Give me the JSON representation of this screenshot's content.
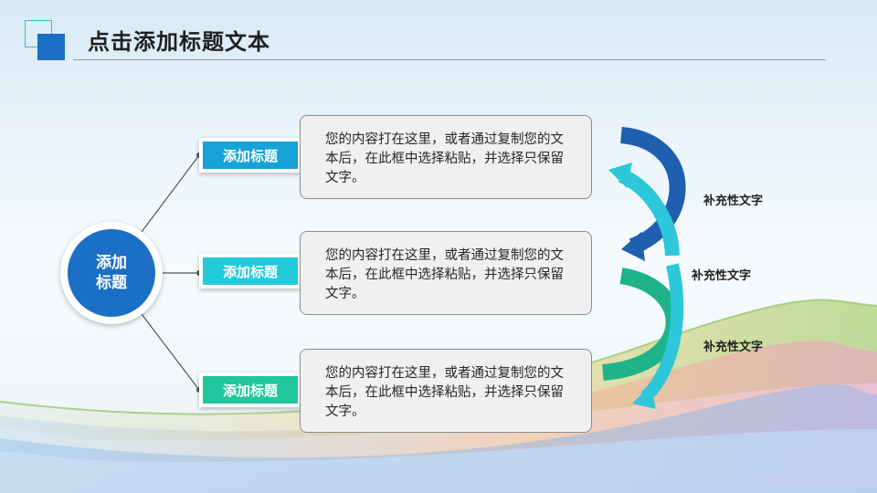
{
  "slide": {
    "title": "点击添加标题文本",
    "colors": {
      "primary_blue": "#1b6fc4",
      "tag1": "#17a2d8",
      "tag2": "#21cbdb",
      "tag3": "#22c69c",
      "arrow_dark_blue": "#1f5fb0",
      "arrow_cyan": "#2ec6d9",
      "arrow_green": "#1fb38a"
    }
  },
  "hub": {
    "label_line1": "添加",
    "label_line2": "标题"
  },
  "items": [
    {
      "tag": "添加标题",
      "text": "您的内容打在这里，或者通过复制您的文本后，在此框中选择粘贴，并选择只保留文字。"
    },
    {
      "tag": "添加标题",
      "text": "您的内容打在这里，或者通过复制您的文本后，在此框中选择粘贴，并选择只保留文字。"
    },
    {
      "tag": "添加标题",
      "text": "您的内容打在这里，或者通过复制您的文本后，在此框中选择粘贴，并选择只保留文字。"
    }
  ],
  "side_labels": [
    "补充性文字",
    "补充性文字",
    "补充性文字"
  ],
  "icons": [
    "square-logo-icon",
    "curved-arrow-icon"
  ]
}
